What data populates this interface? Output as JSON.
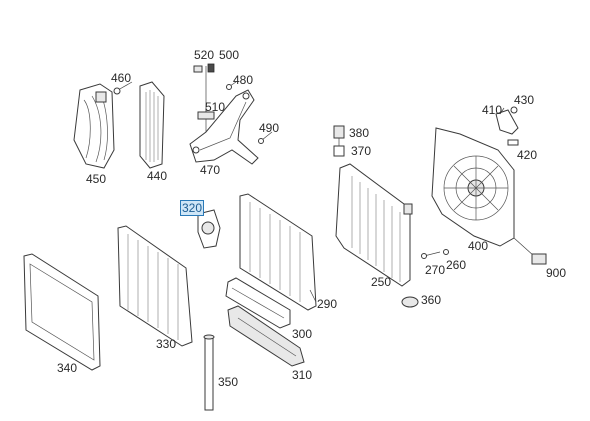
{
  "diagram": {
    "highlighted": "320",
    "highlight_color": "#2a7ab8",
    "labels": [
      "460",
      "520",
      "500",
      "480",
      "510",
      "490",
      "470",
      "450",
      "440",
      "410",
      "430",
      "420",
      "380",
      "370",
      "320",
      "400",
      "250",
      "270",
      "260",
      "900",
      "360",
      "290",
      "300",
      "310",
      "330",
      "340",
      "350"
    ]
  }
}
